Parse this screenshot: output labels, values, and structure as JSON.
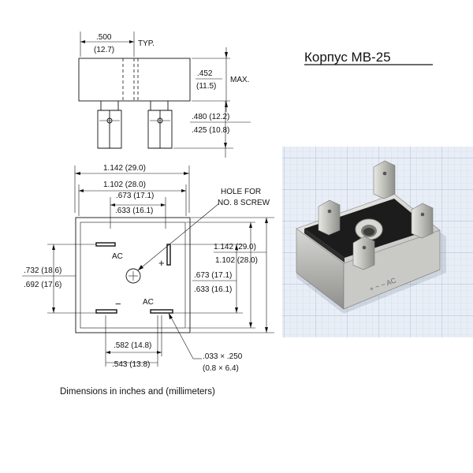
{
  "title": "Корпус MB-25",
  "caption": "Dimensions in inches and (millimeters)",
  "side_view": {
    "pin_pitch": ".500",
    "pin_pitch_mm": "(12.7)",
    "pin_pitch_note": "TYP.",
    "body_height": ".452",
    "body_height_mm": "(11.5)",
    "body_height_note": "MAX.",
    "lead_max": ".480 (12.2)",
    "lead_min": ".425 (10.8)"
  },
  "top_view": {
    "width_max": "1.142 (29.0)",
    "width_min": "1.102 (28.0)",
    "inner_max": ".673 (17.1)",
    "inner_min": ".633 (16.1)",
    "hole_note_1": "HOLE FOR",
    "hole_note_2": "NO. 8 SCREW",
    "height_max": "1.142 (29.0)",
    "height_min": "1.102 (28.0)",
    "inner_h_max": ".673 (17.1)",
    "inner_h_min": ".633 (16.1)",
    "left_max": ".732 (18.6)",
    "left_min": ".692 (17.6)",
    "bottom_max": ".582 (14.8)",
    "bottom_min": ".543 (13.8)",
    "terminal": ".033 × .250",
    "terminal_mm": "(0.8 × 6.4)",
    "pin_ac_1": "AC",
    "pin_ac_2": "AC",
    "pin_plus": "+",
    "pin_minus": "−"
  },
  "photo": {
    "marking": "+ ~ ~ AC"
  },
  "colors": {
    "line": "#111111",
    "grid_bg": "#e9eef6",
    "grid_line": "#b9c8e0",
    "metal_light": "#e4e4e2",
    "metal_dark": "#9a9a98",
    "epoxy": "#1c1c1c",
    "tab": "#c9c9c4"
  }
}
